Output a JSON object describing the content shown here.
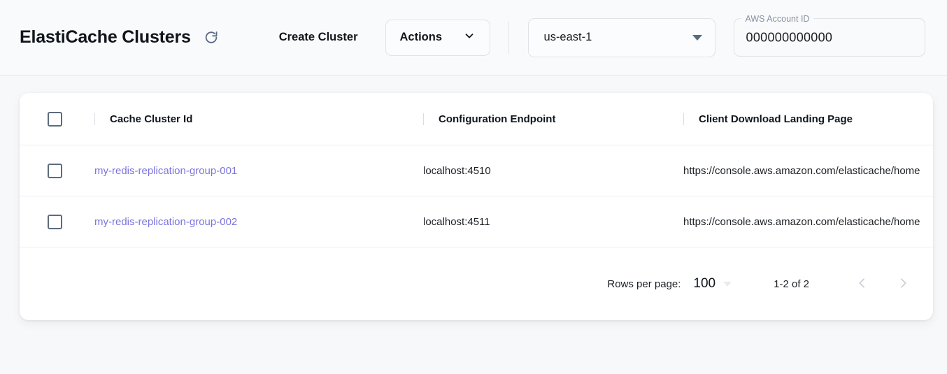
{
  "header": {
    "title": "ElastiCache Clusters",
    "refresh_icon": "refresh-icon",
    "create_cluster_label": "Create Cluster",
    "actions_label": "Actions",
    "actions_chevron_icon": "chevron-down-icon",
    "region": {
      "value": "us-east-1",
      "caret_icon": "caret-down-icon"
    },
    "account": {
      "label": "AWS Account ID",
      "value": "000000000000"
    }
  },
  "table": {
    "columns": [
      {
        "key": "select",
        "label": ""
      },
      {
        "key": "cluster_id",
        "label": "Cache Cluster Id"
      },
      {
        "key": "endpoint",
        "label": "Configuration Endpoint"
      },
      {
        "key": "landing",
        "label": "Client Download Landing Page"
      }
    ],
    "select_all_checkbox": false,
    "rows": [
      {
        "selected": false,
        "cluster_id": "my-redis-replication-group-001",
        "endpoint": "localhost:4510",
        "landing": "https://console.aws.amazon.com/elasticache/home"
      },
      {
        "selected": false,
        "cluster_id": "my-redis-replication-group-002",
        "endpoint": "localhost:4511",
        "landing": "https://console.aws.amazon.com/elasticache/home"
      }
    ]
  },
  "pagination": {
    "rows_per_page_label": "Rows per page:",
    "rows_per_page_value": "100",
    "caret_icon": "caret-down-icon",
    "range_label": "1-2 of 2",
    "prev_icon": "chevron-left-icon",
    "next_icon": "chevron-right-icon",
    "prev_disabled": true,
    "next_disabled": true
  },
  "colors": {
    "page_background": "#f7f8fa",
    "header_background": "#f9fafb",
    "card_background": "#ffffff",
    "link": "#7a74de",
    "text_primary": "#1b1f24",
    "border": "#dfe3e8",
    "row_divider": "#eef0f3",
    "icon_slate": "#5a6b80",
    "disabled_icon": "#c9ced6"
  }
}
